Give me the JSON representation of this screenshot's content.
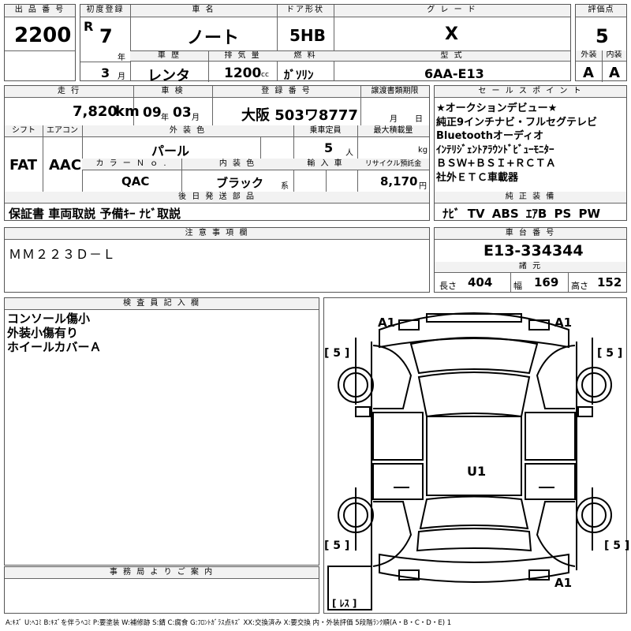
{
  "lot": {
    "label": "出 品 番 号",
    "value": "2200"
  },
  "reg": {
    "label": "初度登録",
    "era": "R",
    "year": "7",
    "year_unit": "年",
    "month": "3",
    "month_unit": "月"
  },
  "car_name": {
    "label": "車 名",
    "value": "ノート"
  },
  "door": {
    "label": "ドア形状",
    "value": "5HB"
  },
  "grade": {
    "label": "グ レ ー ド",
    "value": "X"
  },
  "score": {
    "label": "評価点",
    "value": "5"
  },
  "history": {
    "label": "車 歴",
    "value": "レンタ"
  },
  "displacement": {
    "label": "排 気 量",
    "value": "1200",
    "unit": "cc"
  },
  "fuel": {
    "label": "燃 料",
    "value": "ｶﾞｿﾘﾝ"
  },
  "model": {
    "label": "型 式",
    "value": "6AA-E13"
  },
  "exterior": {
    "label": "外装",
    "value": "A"
  },
  "interior": {
    "label": "内装",
    "value": "A"
  },
  "mileage": {
    "label": "走 行",
    "value": "7,820",
    "unit": "km"
  },
  "inspection": {
    "label": "車 検",
    "year": "09",
    "year_unit": "年",
    "month": "03",
    "month_unit": "月"
  },
  "plate": {
    "label": "登 録 番 号",
    "value": "大阪 503ワ8777"
  },
  "transfer": {
    "label": "譲渡書類期限",
    "month_unit": "月",
    "day_unit": "日"
  },
  "shift": {
    "label": "シフト",
    "value": "FAT"
  },
  "aircon": {
    "label": "エアコン",
    "value": "AAC"
  },
  "color": {
    "label": "外 装 色",
    "value": "パール"
  },
  "capacity": {
    "label": "乗車定員",
    "value": "5",
    "unit": "人"
  },
  "max_load": {
    "label": "最大積載量",
    "unit": "kg"
  },
  "color_no": {
    "label": "カ ラ ー Ｎ ｏ .",
    "value": "QAC"
  },
  "int_color": {
    "label": "内 装 色",
    "value": "ブラック",
    "unit": "系"
  },
  "import": {
    "label": "輸 入 車"
  },
  "recycle": {
    "label": "リサイクル預託金",
    "value": "8,170",
    "unit": "円"
  },
  "sales_points": {
    "label": "セ ー ル ス ポ イ ン ト",
    "items": [
      "★オークションデビュー★",
      "純正9インチナビ・フルセグテレビ",
      "Bluetoothオーディオ",
      "ｲﾝﾃﾘｼﾞｪﾝﾄｱﾗｳﾝﾄﾞﾋﾞｭｰﾓﾆﾀｰ",
      "ＢＳＷ+ＢＳＩ+ＲＣＴＡ",
      "社外ＥＴＣ車載器"
    ]
  },
  "later_parts": {
    "label": "後 日 発 送 部 品",
    "value": "保証書 車両取説 予備ｷｰ ﾅﾋﾞ取説"
  },
  "equipment": {
    "label": "純 正 装 備",
    "value": "ﾅﾋﾞ TV ABS ｴｱB PS PW"
  },
  "caution": {
    "label": "注 意 事 項 欄",
    "value": "ＭＭ２２３Ｄ－Ｌ"
  },
  "chassis": {
    "label": "車 台 番 号",
    "value": "E13-334344"
  },
  "specs": {
    "label": "諸 元",
    "length_label": "長さ",
    "length": "404",
    "width_label": "幅",
    "width": "169",
    "height_label": "高さ",
    "height": "152"
  },
  "inspector": {
    "label": "検 査 員 記 入 欄",
    "lines": [
      "コンソール傷小",
      "外装小傷有り",
      "ホイールカバーＡ"
    ]
  },
  "office": {
    "label": "事 務 局 よ り ご 案 内"
  },
  "diagram": {
    "front_left": "A1",
    "front_right": "A1",
    "rear_right": "A1",
    "center": "U1",
    "tire_fl": "[ 5 ]",
    "tire_fr": "[ 5 ]",
    "tire_rl": "[ 5 ]",
    "tire_rr": "[ 5 ]",
    "spare": "[ ﾚｽ ]"
  },
  "legend": "A:ｷｽﾞ U:ﾍｺﾐ B:ｷｽﾞを伴うﾍｺﾐ P:要塗装 W:補修跡 S:錆 C:腐食 G:ﾌﾛﾝﾄｶﾞﾗｽ点ｷｽﾞ XX:交換済み X:要交換 内・外装評価 5段階ﾗﾝｸ順(A・B・C・D・E) 1"
}
